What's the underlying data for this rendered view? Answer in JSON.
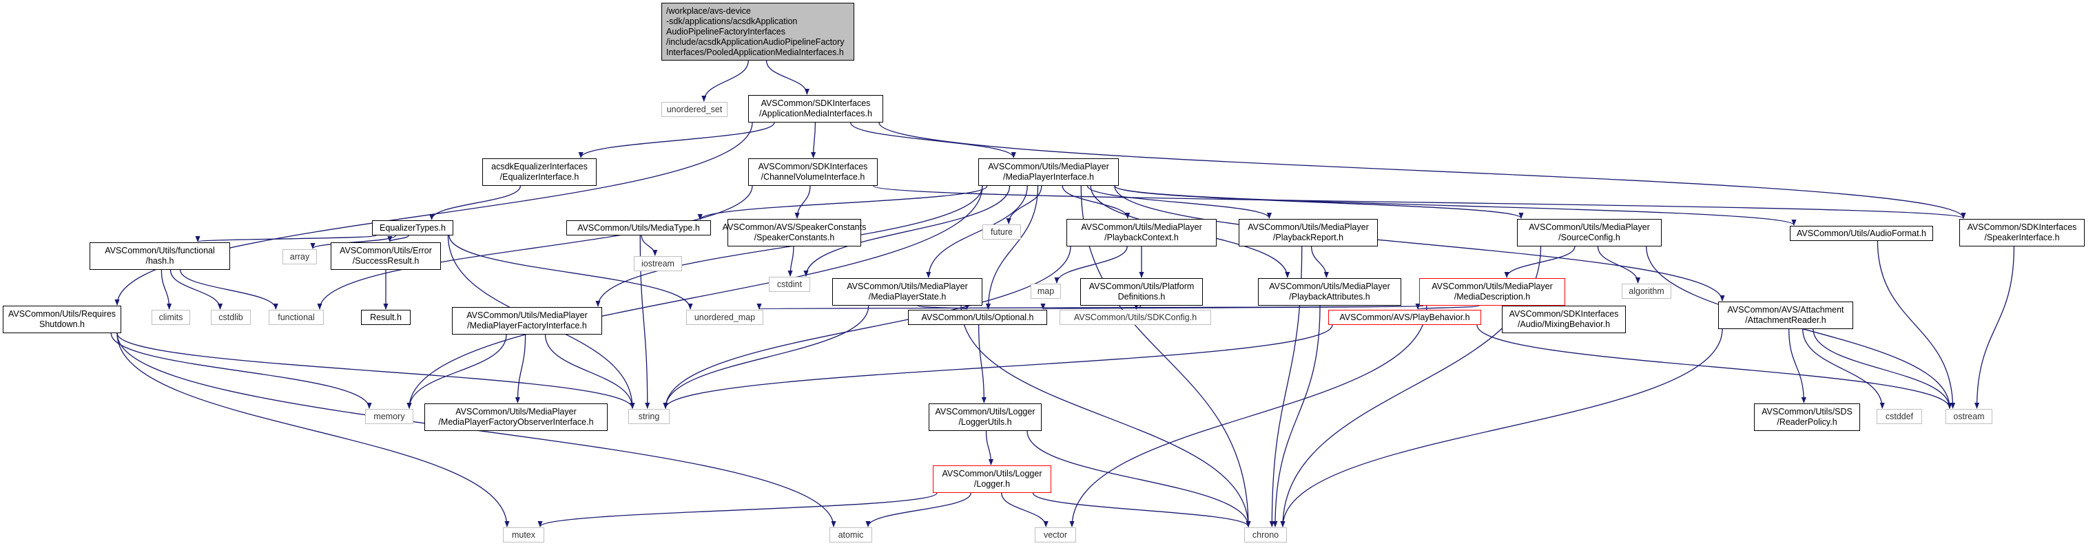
{
  "colors": {
    "edge": "#191970",
    "node_border": "#000000",
    "system_border": "#bfbfbf",
    "truncated_border": "#ff0000",
    "root_fill": "#bfbfbf"
  },
  "nodes": {
    "root": {
      "lines": [
        "/workplace/avs-device",
        "-sdk/applications/acsdkApplication",
        "AudioPipelineFactoryInterfaces",
        "/include/acsdkApplicationAudioPipelineFactory",
        "Interfaces/PooledApplicationMediaInterfaces.h"
      ]
    },
    "unordered_set": {
      "lines": [
        "unordered_set"
      ]
    },
    "app_media": {
      "lines": [
        "AVSCommon/SDKInterfaces",
        "/ApplicationMediaInterfaces.h"
      ]
    },
    "eq_interface": {
      "lines": [
        "acsdkEqualizerInterfaces",
        "/EqualizerInterface.h"
      ]
    },
    "channel_volume": {
      "lines": [
        "AVSCommon/SDKInterfaces",
        "/ChannelVolumeInterface.h"
      ]
    },
    "media_player_if": {
      "lines": [
        "AVSCommon/Utils/MediaPlayer",
        "/MediaPlayerInterface.h"
      ]
    },
    "eq_types": {
      "lines": [
        "EqualizerTypes.h"
      ]
    },
    "media_type": {
      "lines": [
        "AVSCommon/Utils/MediaType.h"
      ]
    },
    "speaker_constants": {
      "lines": [
        "AVSCommon/AVS/SpeakerConstants",
        "/SpeakerConstants.h"
      ]
    },
    "future": {
      "lines": [
        "future"
      ]
    },
    "playback_context": {
      "lines": [
        "AVSCommon/Utils/MediaPlayer",
        "/PlaybackContext.h"
      ]
    },
    "playback_report": {
      "lines": [
        "AVSCommon/Utils/MediaPlayer",
        "/PlaybackReport.h"
      ]
    },
    "source_config": {
      "lines": [
        "AVSCommon/Utils/MediaPlayer",
        "/SourceConfig.h"
      ]
    },
    "audio_format": {
      "lines": [
        "AVSCommon/Utils/AudioFormat.h"
      ]
    },
    "speaker_interface": {
      "lines": [
        "AVSCommon/SDKInterfaces",
        "/SpeakerInterface.h"
      ]
    },
    "functional_hash": {
      "lines": [
        "AVSCommon/Utils/functional",
        "/hash.h"
      ]
    },
    "array": {
      "lines": [
        "array"
      ]
    },
    "success_result": {
      "lines": [
        "AVSCommon/Utils/Error",
        "/SuccessResult.h"
      ]
    },
    "iostream": {
      "lines": [
        "iostream"
      ]
    },
    "cstdint": {
      "lines": [
        "cstdint"
      ]
    },
    "map": {
      "lines": [
        "map"
      ]
    },
    "platform_defs": {
      "lines": [
        "AVSCommon/Utils/Platform",
        "Definitions.h"
      ]
    },
    "media_player_state": {
      "lines": [
        "AVSCommon/Utils/MediaPlayer",
        "/MediaPlayerState.h"
      ]
    },
    "playback_attributes": {
      "lines": [
        "AVSCommon/Utils/MediaPlayer",
        "/PlaybackAttributes.h"
      ]
    },
    "media_description": {
      "lines": [
        "AVSCommon/Utils/MediaPlayer",
        "/MediaDescription.h"
      ]
    },
    "algorithm": {
      "lines": [
        "algorithm"
      ]
    },
    "climits": {
      "lines": [
        "climits"
      ]
    },
    "cstdlib": {
      "lines": [
        "cstdlib"
      ]
    },
    "functional": {
      "lines": [
        "functional"
      ]
    },
    "result": {
      "lines": [
        "Result.h"
      ]
    },
    "unordered_map": {
      "lines": [
        "unordered_map"
      ]
    },
    "sdk_config": {
      "lines": [
        "AVSCommon/Utils/SDKConfig.h"
      ]
    },
    "requires_shutdown": {
      "lines": [
        "AVSCommon/Utils/Requires",
        "Shutdown.h"
      ]
    },
    "mp_factory_if": {
      "lines": [
        "AVSCommon/Utils/MediaPlayer",
        "/MediaPlayerFactoryInterface.h"
      ]
    },
    "optional": {
      "lines": [
        "AVSCommon/Utils/Optional.h"
      ]
    },
    "play_behavior": {
      "lines": [
        "AVSCommon/AVS/PlayBehavior.h"
      ]
    },
    "mixing_behavior": {
      "lines": [
        "AVSCommon/SDKInterfaces",
        "/Audio/MixingBehavior.h"
      ]
    },
    "attachment_reader": {
      "lines": [
        "AVSCommon/AVS/Attachment",
        "/AttachmentReader.h"
      ]
    },
    "memory": {
      "lines": [
        "memory"
      ]
    },
    "mp_factory_observer": {
      "lines": [
        "AVSCommon/Utils/MediaPlayer",
        "/MediaPlayerFactoryObserverInterface.h"
      ]
    },
    "string": {
      "lines": [
        "string"
      ]
    },
    "logger_utils": {
      "lines": [
        "AVSCommon/Utils/Logger",
        "/LoggerUtils.h"
      ]
    },
    "reader_policy": {
      "lines": [
        "AVSCommon/Utils/SDS",
        "/ReaderPolicy.h"
      ]
    },
    "cstddef": {
      "lines": [
        "cstddef"
      ]
    },
    "ostream": {
      "lines": [
        "ostream"
      ]
    },
    "logger": {
      "lines": [
        "AVSCommon/Utils/Logger",
        "/Logger.h"
      ]
    },
    "mutex": {
      "lines": [
        "mutex"
      ]
    },
    "atomic": {
      "lines": [
        "atomic"
      ]
    },
    "vector": {
      "lines": [
        "vector"
      ]
    },
    "chrono": {
      "lines": [
        "chrono"
      ]
    }
  },
  "edges": [
    [
      "root",
      "unordered_set"
    ],
    [
      "root",
      "app_media"
    ],
    [
      "app_media",
      "eq_interface"
    ],
    [
      "app_media",
      "channel_volume"
    ],
    [
      "app_media",
      "media_player_if"
    ],
    [
      "app_media",
      "speaker_interface"
    ],
    [
      "app_media",
      "requires_shutdown"
    ],
    [
      "eq_interface",
      "eq_types"
    ],
    [
      "channel_volume",
      "speaker_constants"
    ],
    [
      "channel_volume",
      "functional"
    ],
    [
      "channel_volume",
      "speaker_interface"
    ],
    [
      "media_player_if",
      "media_type"
    ],
    [
      "media_player_if",
      "future"
    ],
    [
      "media_player_if",
      "playback_context"
    ],
    [
      "media_player_if",
      "playback_report"
    ],
    [
      "media_player_if",
      "source_config"
    ],
    [
      "media_player_if",
      "audio_format"
    ],
    [
      "media_player_if",
      "attachment_reader"
    ],
    [
      "media_player_if",
      "mp_factory_if"
    ],
    [
      "media_player_if",
      "media_player_state"
    ],
    [
      "media_player_if",
      "optional"
    ],
    [
      "media_player_if",
      "cstdint"
    ],
    [
      "media_player_if",
      "memory"
    ],
    [
      "media_player_if",
      "chrono"
    ],
    [
      "media_player_if",
      "playback_attributes"
    ],
    [
      "eq_types",
      "functional_hash"
    ],
    [
      "eq_types",
      "array"
    ],
    [
      "eq_types",
      "success_result"
    ],
    [
      "eq_types",
      "string"
    ],
    [
      "eq_types",
      "unordered_map"
    ],
    [
      "functional_hash",
      "climits"
    ],
    [
      "functional_hash",
      "cstdlib"
    ],
    [
      "functional_hash",
      "functional"
    ],
    [
      "success_result",
      "result"
    ],
    [
      "media_type",
      "iostream"
    ],
    [
      "media_type",
      "string"
    ],
    [
      "speaker_constants",
      "cstdint"
    ],
    [
      "playback_context",
      "map"
    ],
    [
      "playback_context",
      "platform_defs"
    ],
    [
      "playback_context",
      "string"
    ],
    [
      "platform_defs",
      "sdk_config"
    ],
    [
      "playback_report",
      "playback_attributes"
    ],
    [
      "playback_report",
      "chrono"
    ],
    [
      "playback_attributes",
      "chrono"
    ],
    [
      "media_player_state",
      "optional"
    ],
    [
      "media_player_state",
      "string"
    ],
    [
      "media_player_state",
      "chrono"
    ],
    [
      "source_config",
      "media_description"
    ],
    [
      "source_config",
      "algorithm"
    ],
    [
      "source_config",
      "chrono"
    ],
    [
      "source_config",
      "ostream"
    ],
    [
      "media_description",
      "unordered_map"
    ],
    [
      "media_description",
      "optional"
    ],
    [
      "media_description",
      "play_behavior"
    ],
    [
      "media_description",
      "mixing_behavior"
    ],
    [
      "media_description",
      "vector"
    ],
    [
      "audio_format",
      "ostream"
    ],
    [
      "speaker_interface",
      "ostream"
    ],
    [
      "attachment_reader",
      "reader_policy"
    ],
    [
      "attachment_reader",
      "cstddef"
    ],
    [
      "attachment_reader",
      "ostream"
    ],
    [
      "attachment_reader",
      "chrono"
    ],
    [
      "requires_shutdown",
      "memory"
    ],
    [
      "requires_shutdown",
      "string"
    ],
    [
      "requires_shutdown",
      "mutex"
    ],
    [
      "requires_shutdown",
      "atomic"
    ],
    [
      "mp_factory_if",
      "memory"
    ],
    [
      "mp_factory_if",
      "mp_factory_observer"
    ],
    [
      "mp_factory_if",
      "string"
    ],
    [
      "optional",
      "logger_utils"
    ],
    [
      "play_behavior",
      "string"
    ],
    [
      "play_behavior",
      "ostream"
    ],
    [
      "logger_utils",
      "logger"
    ],
    [
      "logger_utils",
      "chrono"
    ],
    [
      "logger",
      "mutex"
    ],
    [
      "logger",
      "atomic"
    ],
    [
      "logger",
      "vector"
    ],
    [
      "logger",
      "chrono"
    ]
  ]
}
